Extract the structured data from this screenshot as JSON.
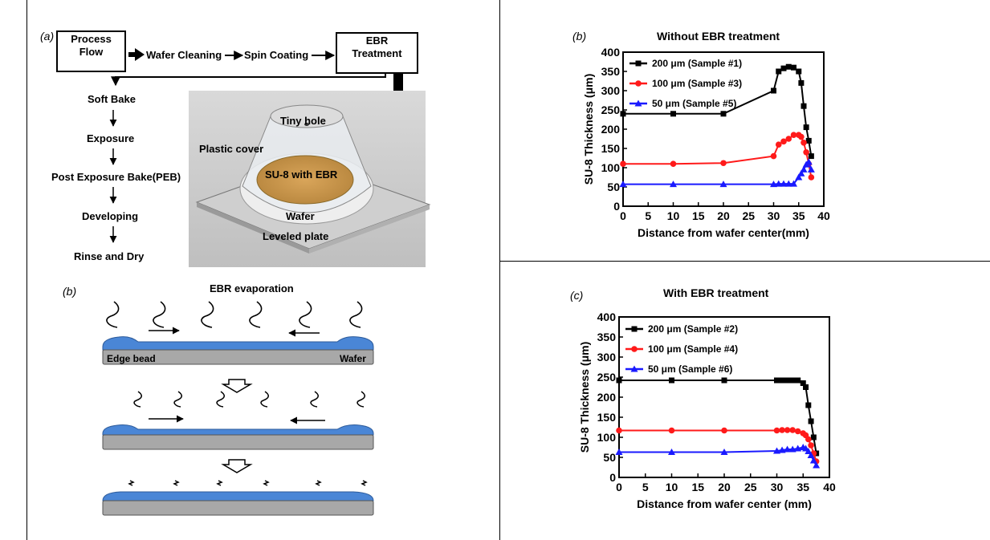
{
  "panel_a": {
    "label": "(a)",
    "process_flow": "Process\nFlow",
    "wafer_cleaning": "Wafer Cleaning",
    "spin_coating": "Spin Coating",
    "ebr_treatment": "EBR\nTreatment",
    "steps": [
      "Soft Bake",
      "Exposure",
      "Post Exposure Bake(PEB)",
      "Developing",
      "Rinse and Dry"
    ],
    "photo_labels": {
      "tiny_hole": "Tiny hole",
      "plastic_cover": "Plastic cover",
      "su8": "SU-8 with EBR",
      "wafer": "Wafer",
      "plate": "Leveled plate"
    }
  },
  "panel_b_left": {
    "label": "(b)",
    "title": "EBR evaporation",
    "edge_bead": "Edge bead",
    "wafer": "Wafer"
  },
  "colors": {
    "black": "#000000",
    "red": "#ff1a1a",
    "blue": "#1a1aff",
    "resist": "#4a86d6",
    "wafer": "#a8a8a8"
  },
  "chart_data": [
    {
      "type": "line",
      "label": "(b)",
      "title": "Without EBR treatment",
      "xlabel": "Distance from wafer center(mm)",
      "ylabel": "SU-8 Thickness (μm)",
      "xlim": [
        0,
        40
      ],
      "ylim": [
        0,
        400
      ],
      "xticks": [
        0,
        5,
        10,
        15,
        20,
        25,
        30,
        35,
        40
      ],
      "yticks": [
        0,
        50,
        100,
        150,
        200,
        250,
        300,
        350,
        400
      ],
      "legend_position": "top-left",
      "series": [
        {
          "name": "200 μm (Sample #1)",
          "color": "#000000",
          "marker": "square",
          "x": [
            0,
            10,
            20,
            30,
            31,
            32,
            33,
            34,
            35,
            35.5,
            36,
            36.5,
            37,
            37.5
          ],
          "y": [
            240,
            240,
            240,
            300,
            350,
            358,
            362,
            360,
            350,
            320,
            260,
            205,
            170,
            130
          ]
        },
        {
          "name": "100 μm (Sample #3)",
          "color": "#ff1a1a",
          "marker": "circle",
          "x": [
            0,
            10,
            20,
            30,
            31,
            32,
            33,
            34,
            35,
            35.5,
            36,
            36.5,
            37,
            37.5
          ],
          "y": [
            110,
            110,
            112,
            130,
            160,
            168,
            175,
            185,
            185,
            180,
            165,
            140,
            110,
            75
          ]
        },
        {
          "name": "50 μm (Sample #5)",
          "color": "#1a1aff",
          "marker": "triangle",
          "x": [
            0,
            10,
            20,
            30,
            31,
            32,
            33,
            34,
            35,
            35.5,
            36,
            36.5,
            37,
            37.5
          ],
          "y": [
            57,
            57,
            57,
            57,
            58,
            58,
            58,
            58,
            75,
            85,
            95,
            108,
            115,
            95
          ]
        }
      ]
    },
    {
      "type": "line",
      "label": "(c)",
      "title": "With EBR treatment",
      "xlabel": "Distance from wafer center (mm)",
      "ylabel": "SU-8 Thickness (μm)",
      "xlim": [
        0,
        40
      ],
      "ylim": [
        0,
        400
      ],
      "xticks": [
        0,
        5,
        10,
        15,
        20,
        25,
        30,
        35,
        40
      ],
      "yticks": [
        0,
        50,
        100,
        150,
        200,
        250,
        300,
        350,
        400
      ],
      "legend_position": "top-left",
      "series": [
        {
          "name": "200 μm (Sample #2)",
          "color": "#000000",
          "marker": "square",
          "x": [
            0,
            10,
            20,
            30,
            31,
            32,
            33,
            34,
            35,
            35.5,
            36,
            36.5,
            37,
            37.5
          ],
          "y": [
            242,
            242,
            242,
            242,
            242,
            242,
            242,
            242,
            235,
            225,
            180,
            140,
            100,
            60
          ]
        },
        {
          "name": "100 μm (Sample #4)",
          "color": "#ff1a1a",
          "marker": "circle",
          "x": [
            0,
            10,
            20,
            30,
            31,
            32,
            33,
            34,
            35,
            35.5,
            36,
            36.5,
            37,
            37.5
          ],
          "y": [
            117,
            117,
            117,
            117,
            118,
            118,
            118,
            115,
            110,
            105,
            95,
            80,
            60,
            40
          ]
        },
        {
          "name": "50 μm (Sample #6)",
          "color": "#1a1aff",
          "marker": "triangle",
          "x": [
            0,
            10,
            20,
            30,
            31,
            32,
            33,
            34,
            35,
            35.5,
            36,
            36.5,
            37,
            37.5
          ],
          "y": [
            63,
            63,
            63,
            66,
            68,
            70,
            70,
            72,
            75,
            72,
            65,
            55,
            42,
            30
          ]
        }
      ]
    }
  ]
}
